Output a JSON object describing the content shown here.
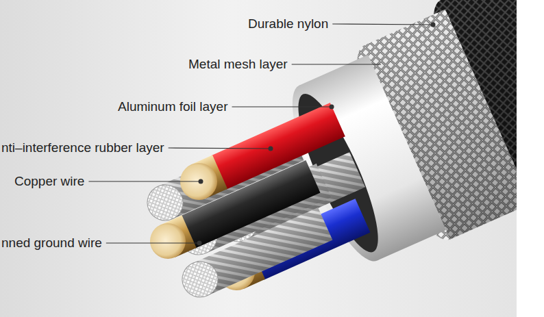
{
  "diagram": {
    "labels": [
      "Durable nylon",
      "Metal mesh layer",
      "Aluminum foil layer",
      "nti–interference rubber layer",
      "Copper wire",
      "nned ground wire"
    ]
  }
}
